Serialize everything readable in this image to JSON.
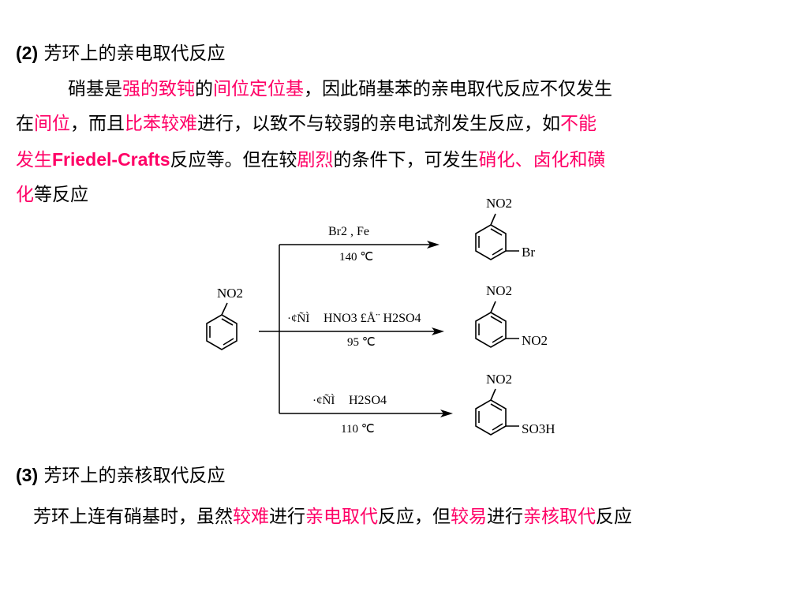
{
  "section2": {
    "num": "(2)",
    "heading": "芳环上的亲电取代反应",
    "para": {
      "l1": [
        {
          "t": "硝基是",
          "hl": false
        },
        {
          "t": "强的致钝",
          "hl": true
        },
        {
          "t": "的",
          "hl": false
        },
        {
          "t": "间位定位基",
          "hl": true
        },
        {
          "t": "，因此硝基苯的亲电取代反应不仅发生",
          "hl": false
        }
      ],
      "l2": [
        {
          "t": "在",
          "hl": false
        },
        {
          "t": "间位",
          "hl": true
        },
        {
          "t": "，而且",
          "hl": false
        },
        {
          "t": "比苯较难",
          "hl": true
        },
        {
          "t": "进行，以致不与较弱的亲电试剂发生反应，如",
          "hl": false
        },
        {
          "t": "不能",
          "hl": true
        }
      ],
      "l3": [
        {
          "t": "发生",
          "hl": true
        },
        {
          "t": "Friedel-Crafts",
          "hl": true,
          "bold": true
        },
        {
          "t": "反应等。但在较",
          "hl": false
        },
        {
          "t": "剧烈",
          "hl": true
        },
        {
          "t": "的条件下，可发生",
          "hl": false
        },
        {
          "t": "硝化、卤化和磺",
          "hl": true
        }
      ],
      "l4": [
        {
          "t": "化",
          "hl": true
        },
        {
          "t": "等反应",
          "hl": false
        }
      ]
    }
  },
  "scheme": {
    "reactant_group": "NO2",
    "top": {
      "reagent": "Br2 , Fe",
      "temp": "140 ℃",
      "prod_top": "NO2",
      "prod_sub": "Br"
    },
    "mid": {
      "prefix": "·¢ÑÌ",
      "reagent": "HNO3 £Å¨ H2SO4",
      "temp": "95 ℃",
      "prod_top": "NO2",
      "prod_sub": "NO2"
    },
    "bot": {
      "prefix": "·¢ÑÌ",
      "reagent": "H2SO4",
      "temp": "110 ℃",
      "prod_top": "NO2",
      "prod_sub": "SO3H"
    }
  },
  "section3": {
    "num": "(3)",
    "heading": "芳环上的亲核取代反应",
    "para": [
      {
        "t": "芳环上连有硝基时，虽然",
        "hl": false
      },
      {
        "t": "较难",
        "hl": true
      },
      {
        "t": "进行",
        "hl": false
      },
      {
        "t": "亲电取代",
        "hl": true
      },
      {
        "t": "反应，但",
        "hl": false
      },
      {
        "t": "较易",
        "hl": true
      },
      {
        "t": "进行",
        "hl": false
      },
      {
        "t": "亲核取代",
        "hl": true
      },
      {
        "t": "反应",
        "hl": false
      }
    ]
  }
}
